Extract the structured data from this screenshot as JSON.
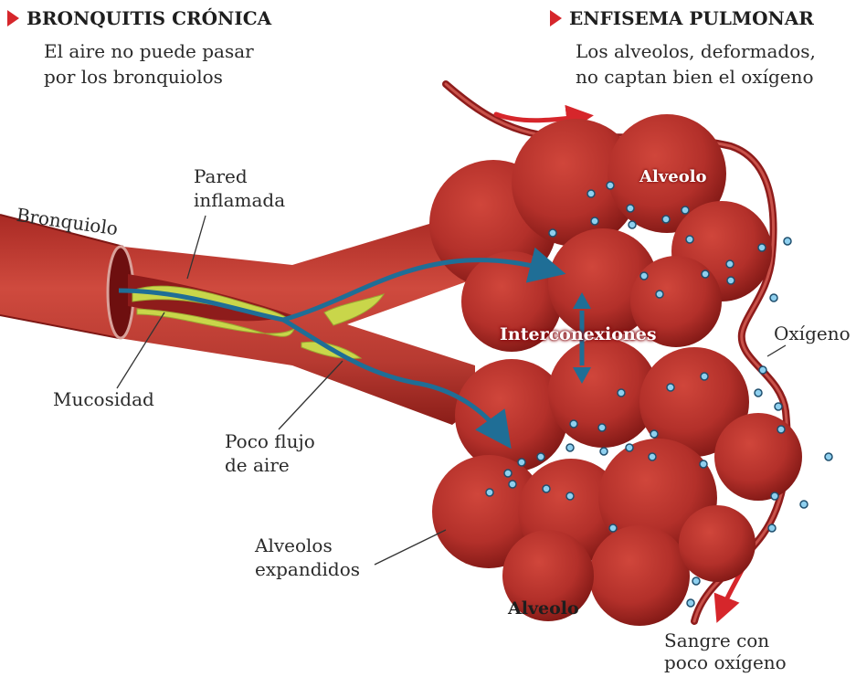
{
  "sections": {
    "left": {
      "title": "BRONQUITIS CRÓNICA",
      "desc_line1": "El aire no puede pasar",
      "desc_line2": "por los bronquiolos"
    },
    "right": {
      "title": "ENFISEMA PULMONAR",
      "desc_line1": "Los alveolos, deformados,",
      "desc_line2": "no captan bien el oxígeno"
    }
  },
  "labels": {
    "bronquiolo": "Bronquiolo",
    "pared_line1": "Pared",
    "pared_line2": "inflamada",
    "mucosidad": "Mucosidad",
    "poco_flujo_line1": "Poco flujo",
    "poco_flujo_line2": "de aire",
    "alveolos_exp_line1": "Alveolos",
    "alveolos_exp_line2": "expandidos",
    "alveolo_top": "Alveolo",
    "alveolo_bottom": "Alveolo",
    "interconexiones": "Interconexiones",
    "oxigeno": "Oxígeno",
    "sangre_line1": "Sangre con",
    "sangre_line2": "poco oxígeno"
  },
  "colors": {
    "accent": "#d6262b",
    "tissue": "#b8332d",
    "tissue_dark": "#7e1714",
    "airflow": "#1f6e96",
    "mucus": "#c9d64a",
    "oxygen_dot": "#8fd0ef"
  }
}
